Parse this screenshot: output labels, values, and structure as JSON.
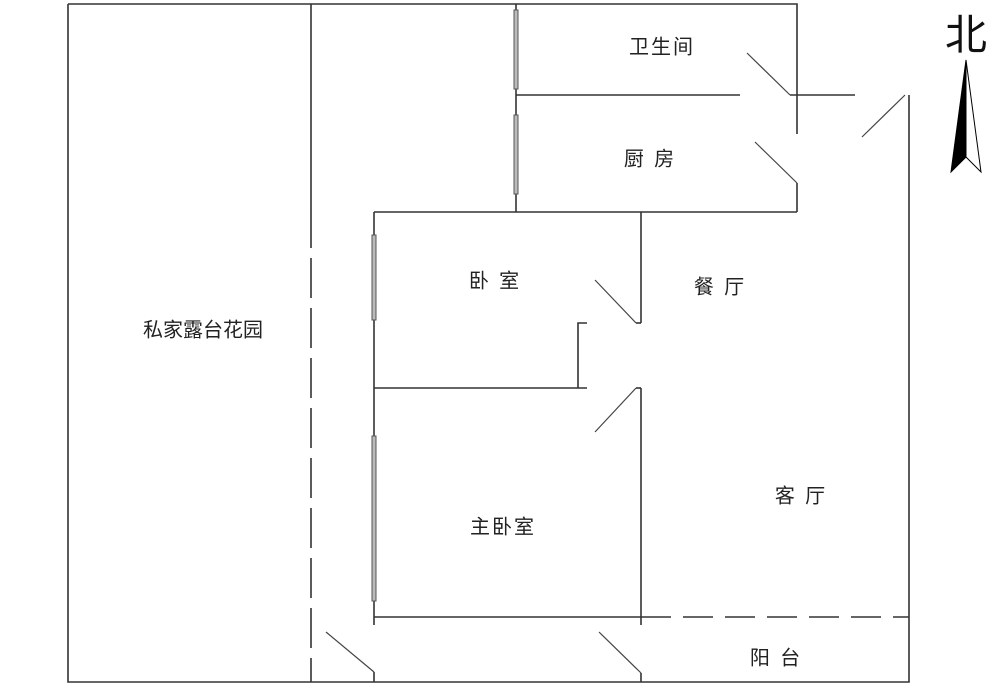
{
  "rooms": {
    "bathroom": "卫生间",
    "kitchen": "厨 房",
    "bedroom": "卧 室",
    "dining": "餐 厅",
    "garden": "私家露台花园",
    "master_bedroom": "主卧室",
    "living": "客 厅",
    "balcony": "阳 台"
  },
  "compass": {
    "label": "北"
  },
  "colors": {
    "wall": "#333333",
    "window": "#555555"
  }
}
